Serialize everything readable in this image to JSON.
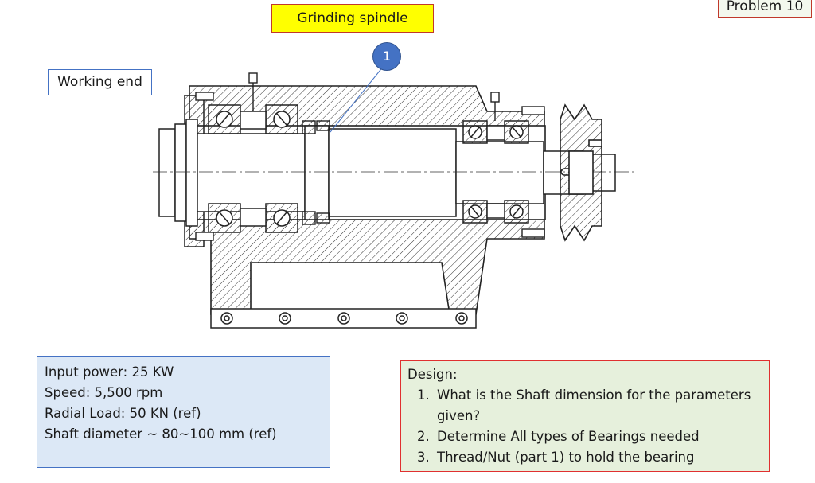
{
  "header": {
    "problem_label": "Problem 10",
    "title": "Grinding spindle"
  },
  "drawing": {
    "working_end_label": "Working end",
    "callout_number": "1"
  },
  "specs": {
    "lines": [
      "Input power: 25 KW",
      "Speed: 5,500 rpm",
      "Radial Load: 50 KN (ref)",
      "Shaft diameter ~ 80~100 mm (ref)"
    ]
  },
  "design": {
    "heading": "Design:",
    "items": [
      "What is the Shaft dimension for the parameters given?",
      "Determine All types of Bearings needed",
      "Thread/Nut (part 1) to hold the bearing"
    ]
  },
  "colors": {
    "title_bg": "#ffff00",
    "callout": "#4472c4",
    "specs_bg": "#dce8f6",
    "design_bg": "#e6f0dc",
    "frame_red": "#c0392b"
  }
}
